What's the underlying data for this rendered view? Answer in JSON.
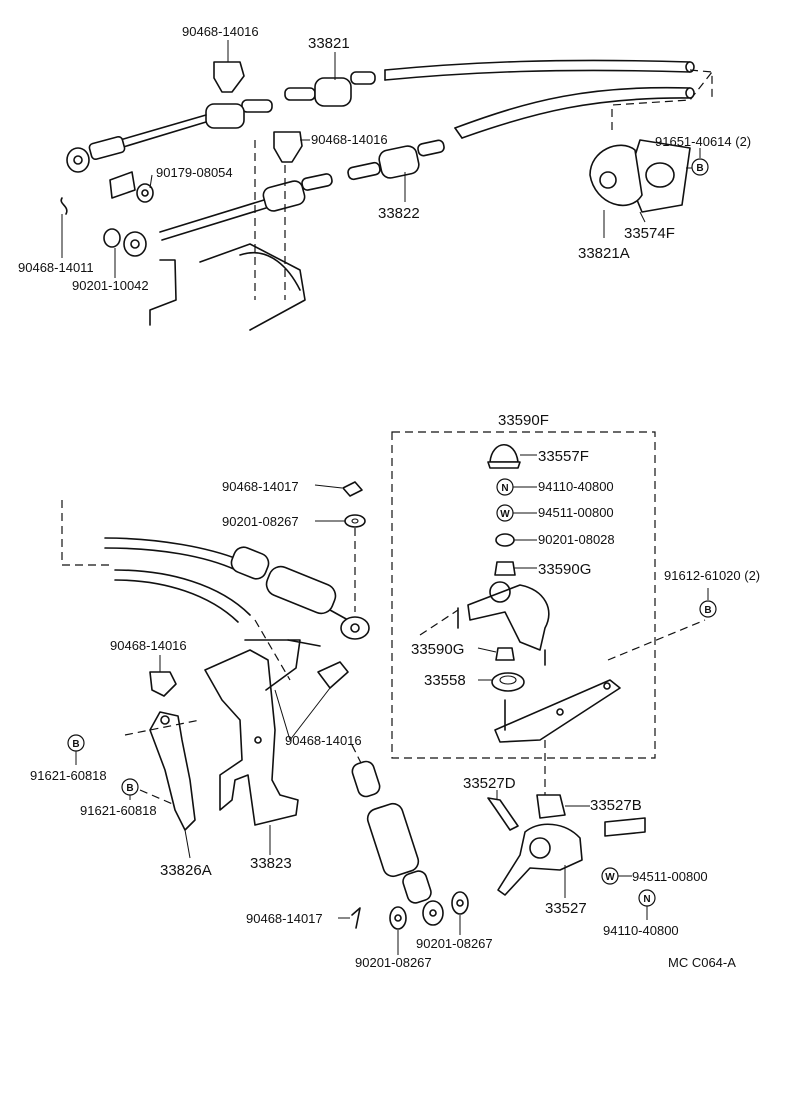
{
  "labels": {
    "p90468_14016_a": "90468-14016",
    "p33821": "33821",
    "p90468_14016_b": "90468-14016",
    "p90179_08054": "90179-08054",
    "p33822": "33822",
    "p91651_40614": "91651-40614 (2)",
    "p33574F": "33574F",
    "p33821A": "33821A",
    "p90468_14011": "90468-14011",
    "p90201_10042": "90201-10042",
    "p33590F": "33590F",
    "p33557F": "33557F",
    "p94110_40800_a": "94110-40800",
    "p94511_00800_a": "94511-00800",
    "p90201_08028": "90201-08028",
    "p33590G_a": "33590G",
    "p91612_61020": "91612-61020 (2)",
    "p33590G_b": "33590G",
    "p33558": "33558",
    "p90468_14017_a": "90468-14017",
    "p90201_08267_a": "90201-08267",
    "p90468_14016_c": "90468-14016",
    "p90468_14016_d": "90468-14016",
    "p91621_60818_a": "91621-60818",
    "p91621_60818_b": "91621-60818",
    "p33826A": "33826A",
    "p33823": "33823",
    "p33527D": "33527D",
    "p33527B": "33527B",
    "p33527": "33527",
    "p94511_00800_b": "94511-00800",
    "p94110_40800_b": "94110-40800",
    "p90468_14017_b": "90468-14017",
    "p90201_08267_b": "90201-08267",
    "p90201_08267_c": "90201-08267",
    "catalog_code": "MC  C064-A"
  },
  "badges": {
    "B": "B",
    "N": "N",
    "W": "W"
  }
}
